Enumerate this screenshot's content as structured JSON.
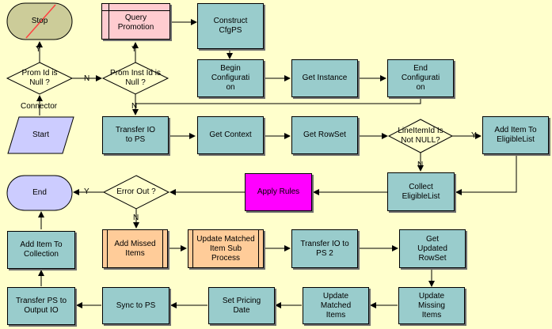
{
  "colors": {
    "background": "#ffffcc",
    "task": "#99cccc",
    "subprocess": "#ffcc99",
    "query": "#ffccd0",
    "highlight": "#ff00ff",
    "terminator": "#ccccff",
    "stop": "#cccc99",
    "stop_cross": "#ff4040",
    "decision": "#ffffcc"
  },
  "nodes": {
    "stop": "Stop",
    "query_promotion": "Query Promotion",
    "construct_cfgps": "Construct CfgPS",
    "prom_id_null": "Prom Id is Null ?",
    "prom_inst_id_null": "Prom Inst Id is Null ?",
    "begin_configuration": "Begin Configurati on",
    "get_instance": "Get Instance",
    "end_configuration": "End Configurati on",
    "connector": "Connector",
    "start": "Start",
    "transfer_io_to_ps": "Transfer IO to PS",
    "get_context": "Get Context",
    "get_rowset": "Get RowSet",
    "lineitemid_not_null": "LineItemId Is Not NULL?",
    "add_item_to_eligiblelist": "Add Item To EligibleList",
    "end": "End",
    "error_out": "Error Out ?",
    "apply_rules": "Apply Rules",
    "collect_eligiblelist": "Collect EligibleList",
    "add_item_to_collection": "Add Item To Collection",
    "add_missed_items": "Add Missed Items",
    "update_matched_item_sub_process": "Update Matched Item Sub Process",
    "transfer_io_to_ps_2": "Transfer IO to PS 2",
    "get_updated_rowset": "Get Updated RowSet",
    "transfer_ps_to_output_io": "Transfer PS to Output IO",
    "sync_to_ps": "Sync to PS",
    "set_pricing_date": "Set Pricing Date",
    "update_matched_items": "Update Matched Items",
    "update_missing_items": "Update Missing Items"
  },
  "edge_labels": {
    "yes": "Y",
    "no": "N"
  }
}
